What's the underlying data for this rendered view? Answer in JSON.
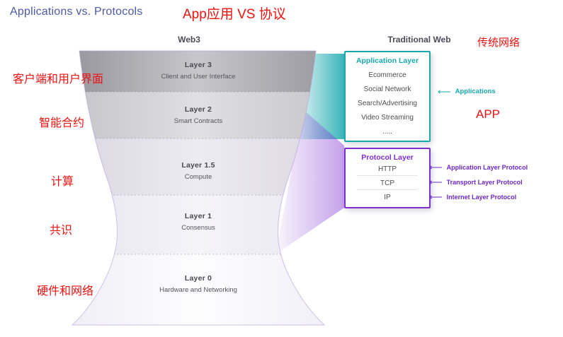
{
  "title": "Applications vs. Protocols",
  "annotations": {
    "top_cn": "App应用 VS 协议",
    "traditional_web_cn": "传统网络",
    "client_ui_cn": "客户端和用户界面",
    "smart_contracts_cn": "智能合约",
    "compute_cn": "计算",
    "consensus_cn": "共识",
    "hardware_cn": "硬件和网络",
    "app_cn": "APP"
  },
  "web3": {
    "heading": "Web3",
    "layers": [
      {
        "name": "Layer 3",
        "desc": "Client and User Interface"
      },
      {
        "name": "Layer 2",
        "desc": "Smart Contracts"
      },
      {
        "name": "Layer 1.5",
        "desc": "Compute"
      },
      {
        "name": "Layer 1",
        "desc": "Consensus"
      },
      {
        "name": "Layer 0",
        "desc": "Hardware and Networking"
      }
    ]
  },
  "traditional": {
    "heading": "Traditional Web",
    "application_box": {
      "title": "Application Layer",
      "items": [
        "Ecommerce",
        "Social Network",
        "Search/Advertising",
        "Video Streaming",
        "....."
      ]
    },
    "protocol_box": {
      "title": "Protocol Layer",
      "items": [
        "HTTP",
        "TCP",
        "IP"
      ]
    },
    "applications_arrow_label": "Applications",
    "protocol_arrow_labels": [
      "Application Layer Protocol",
      "Transport Layer Protocol",
      "Internet Layer Protocol"
    ]
  },
  "icons": {
    "left_arrow": "⟵"
  },
  "colors": {
    "teal": "#16a8ae",
    "purple": "#6d28c9",
    "red": "#ee1210",
    "title_blue": "#4e58a6"
  }
}
